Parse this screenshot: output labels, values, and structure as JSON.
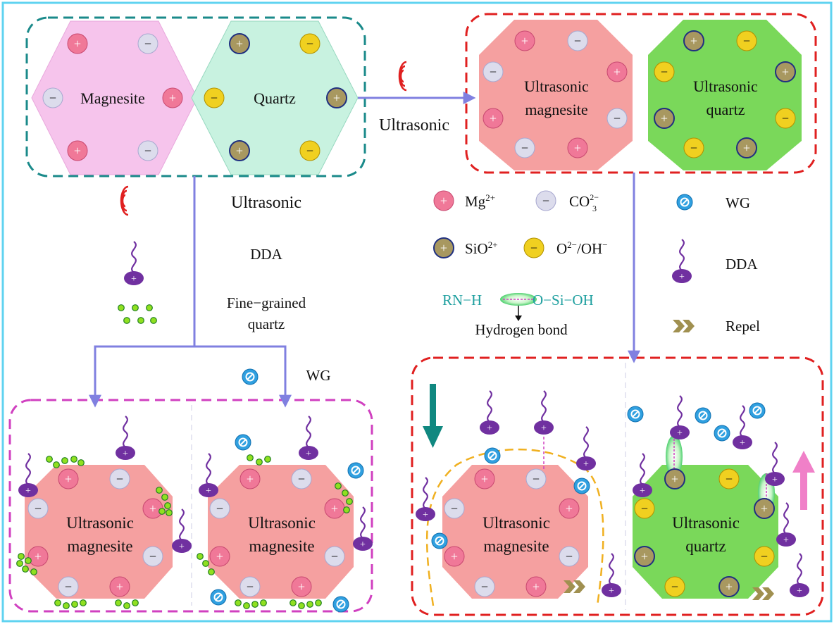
{
  "mineral_labels": {
    "magnesite": "Magnesite",
    "quartz": "Quartz",
    "ultrasonic": "Ultrasonic",
    "magnesite_word": "magnesite",
    "quartz_word": "quartz"
  },
  "process_labels": {
    "ultrasonic_right": "Ultrasonic",
    "ultrasonic_down": "Ultrasonic",
    "dda": "DDA",
    "fine_grained_line1": "Fine−grained",
    "fine_grained_line2": "quartz",
    "wg": "WG"
  },
  "legend": {
    "mg": "Mg",
    "mg_charge": "2+",
    "co3": "CO",
    "co3_sub": "3",
    "co3_charge": "2−",
    "sio": "SiO",
    "sio_charge": "2+",
    "oxy": "O",
    "oxy_charge": "2−",
    "oxy_rest": "/OH",
    "oxy_rest_charge": "−",
    "wg": "WG",
    "dda": "DDA",
    "repel": "Repel",
    "hbond_left": "RN−H",
    "hbond_right": "O−Si−OH",
    "hbond_caption": "Hydrogen bond"
  },
  "symbols": {
    "plus": "+",
    "minus": "−"
  },
  "colors": {
    "frame": "#5fd3f0",
    "teal_box": "#1a8a8a",
    "red_box": "#e02020",
    "magenta_box": "#d040c0",
    "arrow_blue": "#8080e0",
    "magnesite_hex": "#f6c4ec",
    "quartz_hex": "#c8f2e0",
    "ultra_magnesite": "#f5a0a0",
    "ultra_quartz": "#7ad85a",
    "mg_ion": "#f07898",
    "co3_ion": "#dcdcec",
    "sio_ion": "#a89860",
    "oh_ion": "#f0d020",
    "dda": "#7030a0",
    "wg": "#30a0e0",
    "fine_quartz": "#90e020",
    "teal_arrow": "#108880",
    "pink_arrow": "#f080c8",
    "repel": "#a09050",
    "ultrasonic_wave": "#e02020",
    "adsorption_line": "#f0b020"
  }
}
